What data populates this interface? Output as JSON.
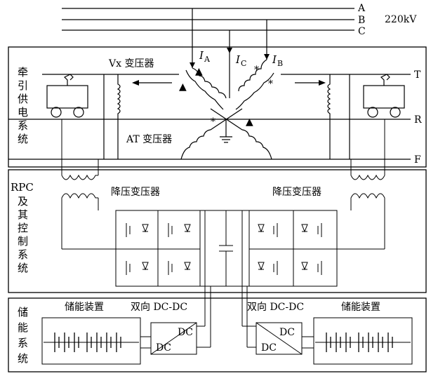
{
  "phases": [
    "A",
    "B",
    "C"
  ],
  "voltage": "220kV",
  "currents": [
    {
      "sym": "I",
      "sub": "A"
    },
    {
      "sym": "I",
      "sub": "C"
    },
    {
      "sym": "I",
      "sub": "B"
    }
  ],
  "lines": {
    "t": "T",
    "r": "R",
    "f": "F"
  },
  "labels": {
    "vx_transformer": "Vx 变压器",
    "at_transformer": "AT 变压器",
    "step_down_left": "降压变压器",
    "step_down_right": "降压变压器",
    "storage_left": "储能装置",
    "storage_right": "储能装置",
    "bidir_left": "双向 DC-DC",
    "bidir_right": "双向 DC-DC",
    "dc": "DC"
  },
  "section_titles": {
    "traction": [
      "牵",
      "引",
      "供",
      "电",
      "系",
      "统"
    ],
    "rpc_head": "RPC",
    "rpc": [
      "及",
      "其",
      "控",
      "制",
      "系",
      "统"
    ],
    "storage": [
      "储",
      "能",
      "系",
      "统"
    ]
  },
  "marks": {
    "dot": "*",
    "triangle": "▲"
  }
}
